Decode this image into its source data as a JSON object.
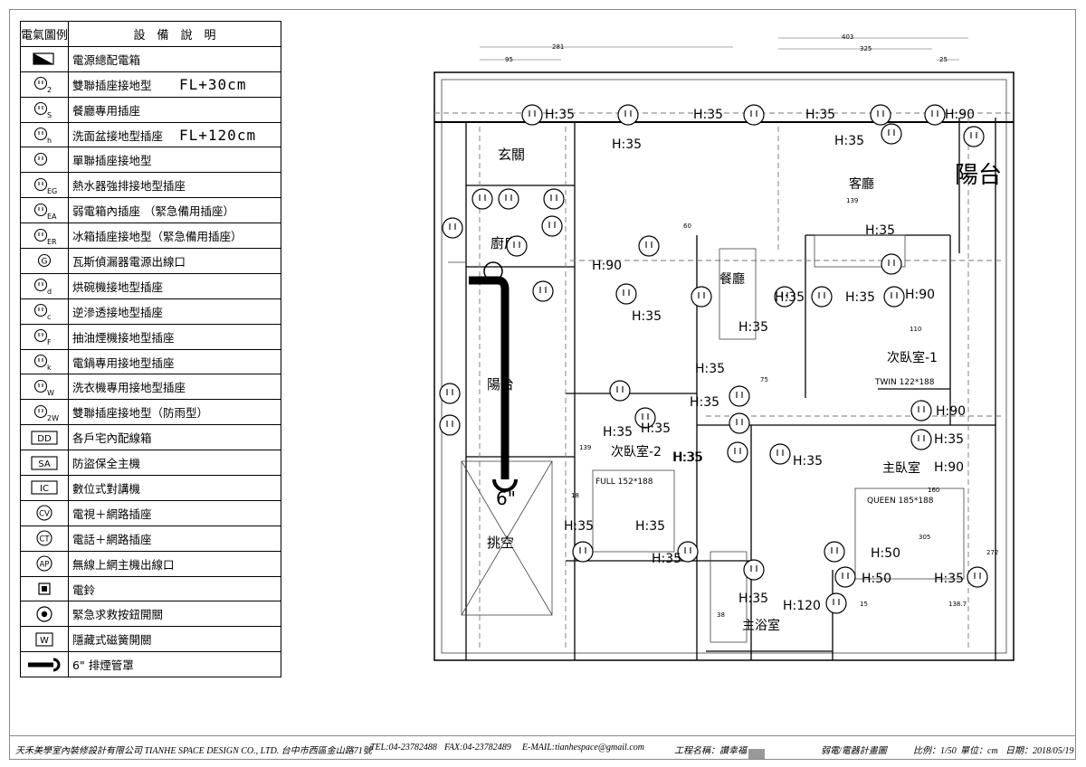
{
  "legend": {
    "header": {
      "symbol": "電氣圖例",
      "description": "設　備　說　明"
    },
    "items": [
      {
        "icon": "panel-box-icon",
        "text": "電源總配電箱"
      },
      {
        "icon": "outlet-2-icon",
        "sub": "2",
        "text": "雙聯插座接地型",
        "note": "FL+30cm"
      },
      {
        "icon": "outlet-s-icon",
        "sub": "S",
        "text": "餐廳專用插座"
      },
      {
        "icon": "outlet-h-icon",
        "sub": "h",
        "text": "洗面盆接地型插座",
        "note": "FL+120cm"
      },
      {
        "icon": "outlet-single-icon",
        "sub": "",
        "text": "單聯插座接地型"
      },
      {
        "icon": "outlet-eg-icon",
        "sub": "EG",
        "text": "熱水器強排接地型插座"
      },
      {
        "icon": "outlet-ea-icon",
        "sub": "EA",
        "text": "弱電箱內插座 （緊急備用插座）"
      },
      {
        "icon": "outlet-er-icon",
        "sub": "ER",
        "text": "冰箱插座接地型（緊急備用插座）"
      },
      {
        "icon": "gas-detector-icon",
        "sub": "",
        "text": "瓦斯偵漏器電源出線口"
      },
      {
        "icon": "outlet-d-icon",
        "sub": "d",
        "text": "烘碗機接地型插座"
      },
      {
        "icon": "outlet-c-icon",
        "sub": "c",
        "text": "逆滲透接地型插座"
      },
      {
        "icon": "outlet-f-icon",
        "sub": "F",
        "text": "抽油煙機接地型插座"
      },
      {
        "icon": "outlet-k-icon",
        "sub": "k",
        "text": "電鍋專用接地型插座"
      },
      {
        "icon": "outlet-w-icon",
        "sub": "W",
        "text": "洗衣機專用接地型插座"
      },
      {
        "icon": "outlet-2w-icon",
        "sub": "2W",
        "text": "雙聯插座接地型（防雨型）"
      },
      {
        "icon": "dd-box-icon",
        "label": "DD",
        "text": "各戶宅內配線箱"
      },
      {
        "icon": "sa-box-icon",
        "label": "SA",
        "text": "防盜保全主機"
      },
      {
        "icon": "intercom-icon",
        "label": "IC",
        "text": "數位式對講機"
      },
      {
        "icon": "tv-network-icon",
        "label": "CV",
        "text": "電視＋網路插座"
      },
      {
        "icon": "phone-network-icon",
        "label": "CT",
        "text": "電話＋網路插座"
      },
      {
        "icon": "wifi-ap-icon",
        "label": "AP",
        "text": "無線上網主機出線口"
      },
      {
        "icon": "doorbell-icon",
        "text": "電鈴"
      },
      {
        "icon": "emergency-button-icon",
        "text": "緊急求救按鈕開關"
      },
      {
        "icon": "reed-switch-icon",
        "label": "W",
        "text": "隱藏式磁簧開關"
      },
      {
        "icon": "exhaust-duct-icon",
        "label": "6\"",
        "text": "6\" 排煙管罩"
      }
    ]
  },
  "plan": {
    "rooms": [
      "玄關",
      "廚房",
      "陽台",
      "挑空",
      "客廳",
      "餐廳",
      "次臥室-1",
      "次臥室-2",
      "主臥室",
      "主浴室",
      "陽台"
    ],
    "dimensions": [
      "281",
      "95",
      "403",
      "325",
      "25",
      "139",
      "60",
      "110",
      "75",
      "139",
      "18",
      "305",
      "160",
      "15",
      "138.7",
      "38",
      "272"
    ],
    "bed_labels": [
      "TWIN 122*188",
      "FULL 152*188",
      "QUEEN 185*188"
    ],
    "duct_label": "6\"",
    "heights": [
      "H:35",
      "H:35",
      "H:35",
      "H:35",
      "H:35",
      "H:90",
      "H:90",
      "H:35",
      "H:35",
      "H:35",
      "H:35",
      "H:90",
      "H:35",
      "H:35",
      "H:35",
      "H:35",
      "H:90",
      "H:35",
      "H:90",
      "H:35",
      "H:35",
      "H:35",
      "H:35",
      "H:35",
      "H:35",
      "H:50",
      "H:35",
      "H:50",
      "H:35",
      "H:35",
      "H:120",
      "H:35"
    ]
  },
  "footer": {
    "company": "天禾美學室內裝修設計有限公司 TIANHE SPACE DESIGN CO., LTD. 台中市西區金山路71號",
    "tel": "TEL:04-23782488",
    "fax": "FAX:04-23782489",
    "email": "E-MAIL:tianhespace@gmail.com",
    "project": "工程名稱：讚幸福",
    "drawing": "弱電/電器計畫圖",
    "scale": "比例：1/50",
    "unit": "單位：cm",
    "date": "日期：2018/05/19"
  },
  "colors": {
    "line": "#000000",
    "thin": "#555555",
    "dash": "#777777"
  }
}
